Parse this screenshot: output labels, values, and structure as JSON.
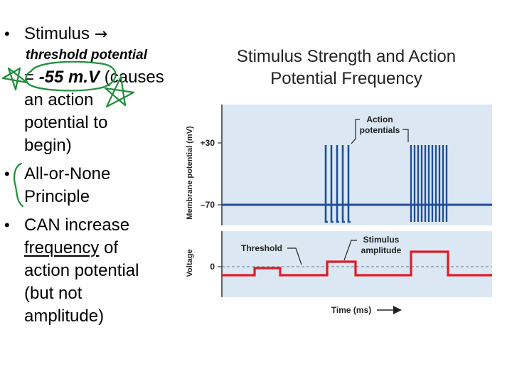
{
  "slide": {
    "bullets": {
      "stimulus": "Stimulus",
      "threshold_label": "threshold potential",
      "threshold_eq": "=",
      "threshold_value": "-55 m.V",
      "threshold_rest": "(causes",
      "line_an_action": "an action",
      "line_potential_to": "potential to",
      "line_begin": "begin)",
      "all_or_none": "All-or-None",
      "principle": "Principle",
      "can_increase": "CAN increase",
      "frequency": "frequency",
      "of": "of",
      "action_potential": "action potential",
      "but_not": "(but not",
      "amplitude": "amplitude)"
    },
    "figure": {
      "title_line1": "Stimulus Strength and Action",
      "title_line2": "Potential Frequency",
      "top_ylabel": "Membrane potential (mV)",
      "tick_plus30": "+30",
      "tick_minus70": "–70",
      "label_action_potentials_1": "Action",
      "label_action_potentials_2": "potentials",
      "bottom_ylabel": "Voltage",
      "tick_zero": "0",
      "label_threshold": "Threshold",
      "label_stimulus_amp_1": "Stimulus",
      "label_stimulus_amp_2": "amplitude",
      "xlabel": "Time (ms)"
    },
    "colors": {
      "panel_bg": "#dbe8f3",
      "trace_blue": "#1f4e9b",
      "trace_red": "#e01b24",
      "annotation_green": "#1f8f3a"
    }
  }
}
